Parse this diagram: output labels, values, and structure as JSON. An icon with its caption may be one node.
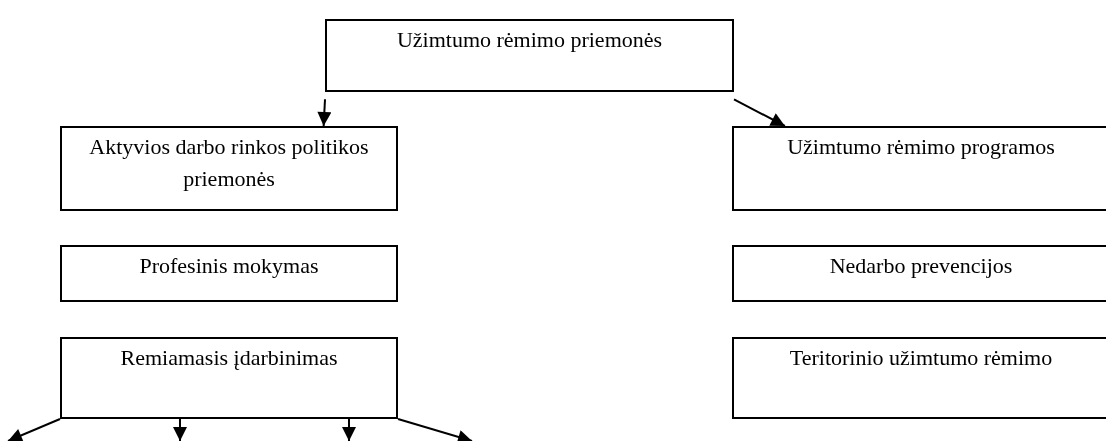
{
  "diagram": {
    "nodes": [
      {
        "text": [
          "Užimtumo rėmimo priemonės"
        ]
      },
      {
        "text": [
          "Aktyvios darbo rinkos politikos priemonės"
        ]
      },
      {
        "text": [
          "Užimtumo rėmimo programos"
        ]
      },
      {
        "text": [
          "Profesinis mokymas"
        ]
      },
      {
        "text": [
          "Nedarbo prevencijos"
        ]
      },
      {
        "text": [
          "Remiamasis įdarbinimas"
        ]
      },
      {
        "text": [
          "Teritorinio užimtumo rėmimo"
        ]
      }
    ],
    "edges": [
      {
        "from": 0,
        "to": 1,
        "arrow": "to"
      },
      {
        "from": 0,
        "to": 2,
        "arrow": "to"
      },
      {
        "from": 5,
        "to": null,
        "arrow": "to"
      },
      {
        "from": 5,
        "to": null,
        "arrow": "to"
      },
      {
        "from": 5,
        "to": null,
        "arrow": "to"
      },
      {
        "from": 5,
        "to": null,
        "arrow": "to"
      }
    ]
  }
}
